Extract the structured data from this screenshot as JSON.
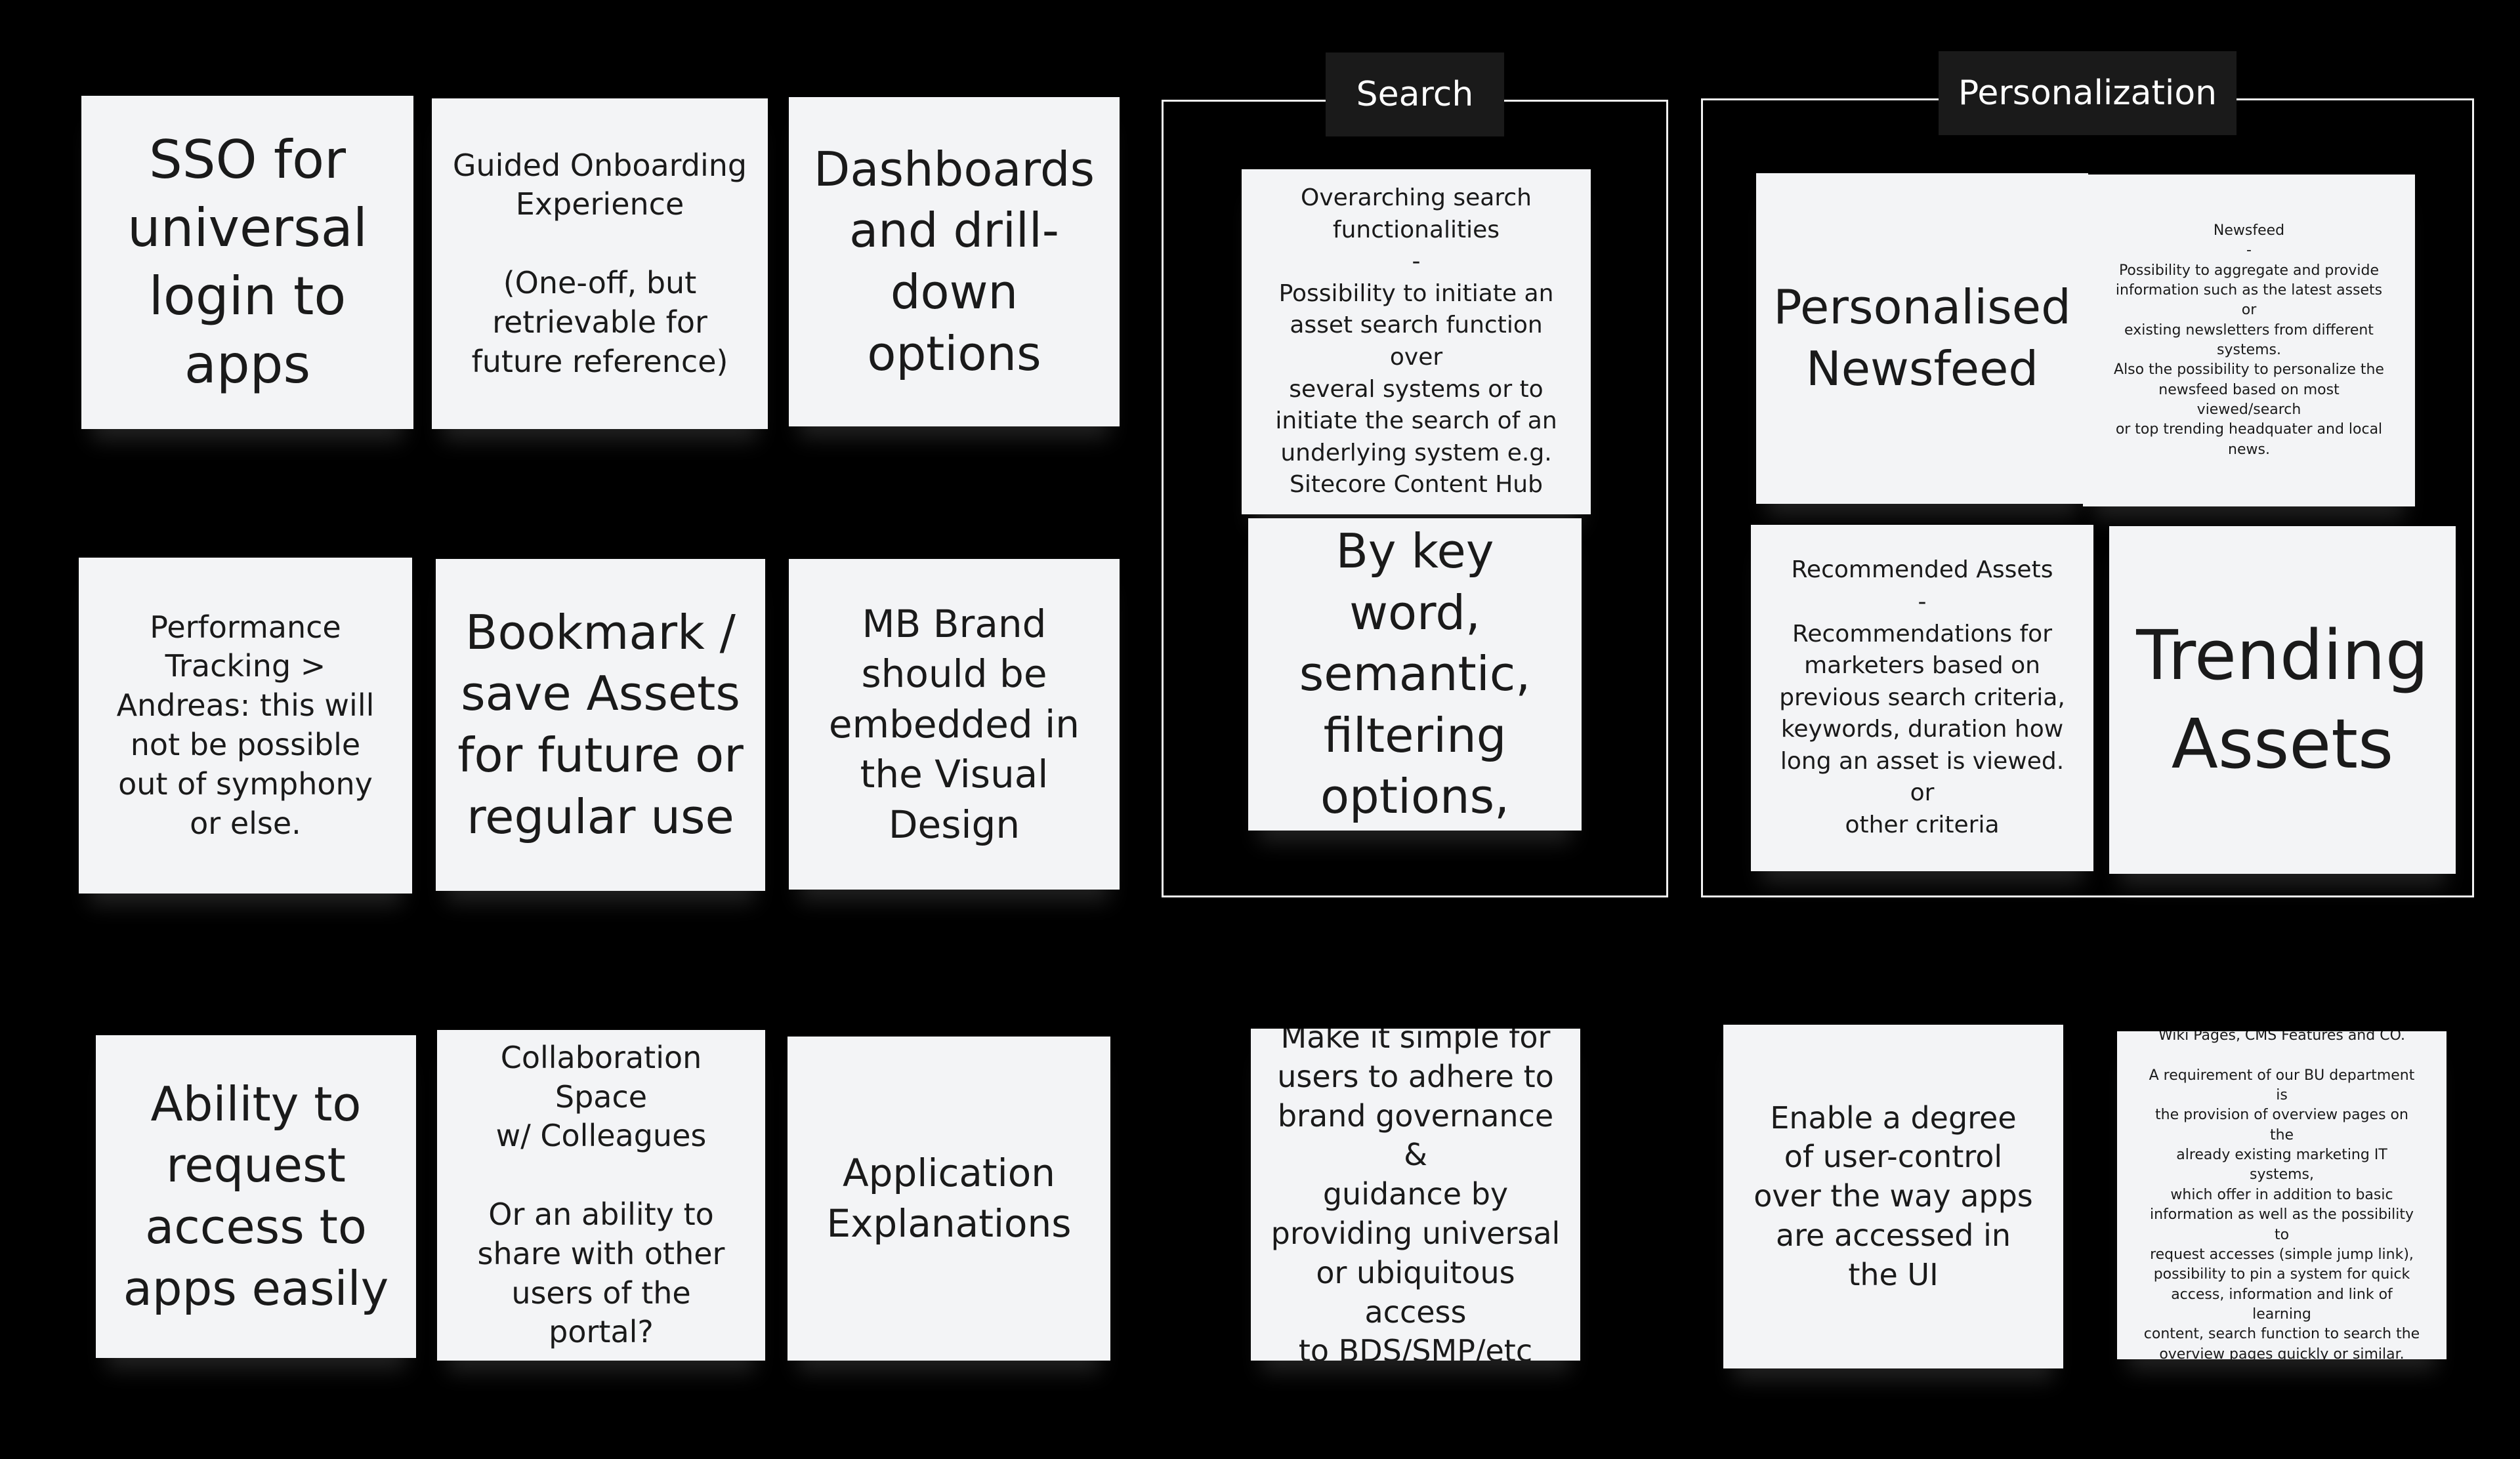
{
  "frames": {
    "search": {
      "label": "Search"
    },
    "personalization": {
      "label": "Personalization"
    }
  },
  "notes": {
    "sso": "SSO for\nuniversal\nlogin to\napps",
    "onboarding": "Guided Onboarding\nExperience\n\n(One-off, but\nretrievable for\nfuture reference)",
    "dashboards": "Dashboards\nand drill-\ndown\noptions",
    "performance": "Performance\nTracking >\nAndreas: this will\nnot be possible\nout of symphony\nor else.",
    "bookmark": "Bookmark /\nsave Assets\nfor future or\nregular use",
    "mb_brand": "MB Brand\nshould be\nembedded in\nthe Visual\nDesign",
    "request_access": "Ability to\nrequest\naccess to\napps easily",
    "collaboration": "Collaboration Space\nw/ Colleagues\n\nOr an ability to\nshare with other\nusers of the portal?",
    "app_explanations": "Application\nExplanations",
    "overarching_search": "Overarching search\nfunctionalities\n-\nPossibility to initiate an\nasset search function over\nseveral systems or to\ninitiate the search of an\nunderlying system e.g.\nSitecore Content Hub",
    "keyword_search": "By key word,\nsemantic,\nfiltering\noptions,",
    "personalised_newsfeed": "Personalised\nNewsfeed",
    "newsfeed_detail": "Newsfeed\n-\nPossibility to aggregate and provide\ninformation such as the latest assets or\nexisting newsletters from different\nsystems.\nAlso the possibility to personalize the\nnewsfeed based on most viewed/search\nor top trending headquater and local\nnews.",
    "recommended_assets": "Recommended Assets\n-\nRecommendations for\nmarketers based on\nprevious search criteria,\nkeywords, duration how\nlong an asset is viewed. or\nother criteria",
    "trending_assets": "Trending\nAssets",
    "brand_governance": "Make it simple for\nusers to adhere to\nbrand governance &\nguidance by\nproviding universal\nor ubiquitous access\nto BDS/SMP/etc",
    "user_control": "Enable a degree\nof user-control\nover the way apps\nare accessed in\nthe UI",
    "wiki_pages": "Wiki Pages, CMS Features and CO.\n\nA requirement of our BU department is\nthe provision of overview pages on the\nalready existing marketing IT systems,\nwhich offer in addition to basic\ninformation as well as the possibility to\nrequest accesses (simple jump link),\npossibility to pin a system for quick\naccess, information and link of learning\ncontent, search function to search the\noverview pages quickly or similar."
  }
}
